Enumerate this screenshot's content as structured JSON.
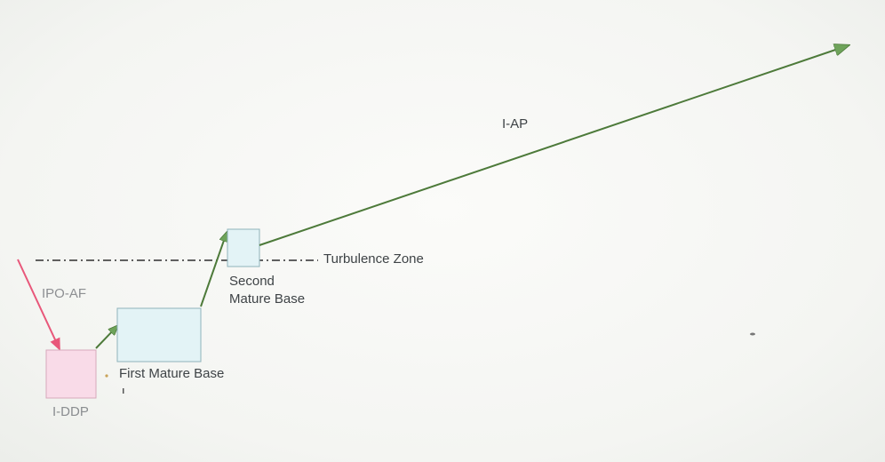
{
  "diagram": {
    "labels": {
      "i_ap": "I-AP",
      "turbulence_zone": "Turbulence Zone",
      "second_mature_base_line1": "Second",
      "second_mature_base_line2": "Mature Base",
      "ipo_af": "IPO-AF",
      "first_mature_base": "First Mature Base",
      "i_ddp": "I-DDP"
    },
    "colors": {
      "pink_arrow": "#e8577a",
      "pink_box_fill": "#f9dbe8",
      "pink_box_stroke": "#d6a9bb",
      "green_arrow": "#4d7a3a",
      "green_arrowhead": "#6ea35a",
      "blue_box_fill": "#e3f3f6",
      "blue_box_stroke": "#8fb3bb",
      "dash_line": "#2e2e2e"
    }
  }
}
